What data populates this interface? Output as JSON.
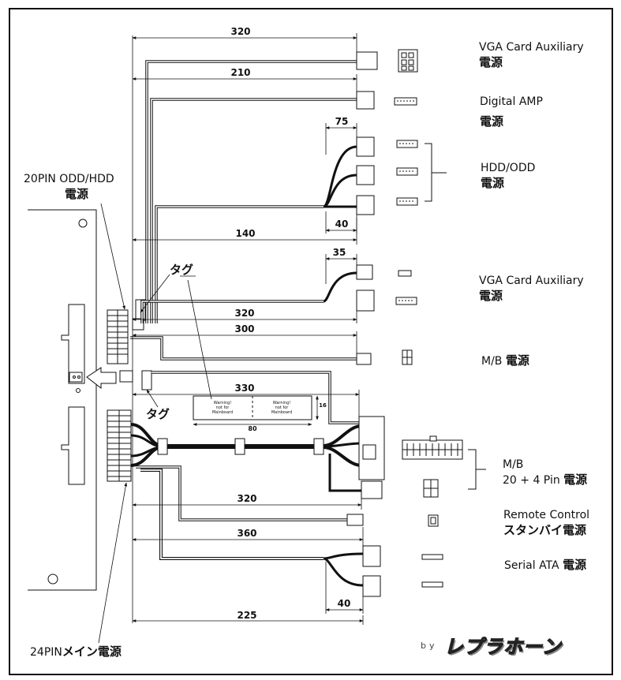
{
  "labels": {
    "vga1_en": "VGA Card Auxiliary",
    "vga1_jp": "電源",
    "amp_en": "Digital AMP",
    "amp_jp": "電源",
    "hdd_en": "HDD/ODD",
    "hdd_jp": "電源",
    "vga2_en": "VGA Card Auxiliary",
    "vga2_jp": "電源",
    "mb4_en": "M/B",
    "mb4_jp": "電源",
    "mb24_en": "M/B",
    "mb24_en2": "20 + 4 Pin",
    "mb24_jp": "電源",
    "remote_en": "Remote Control",
    "remote_jp": "スタンバイ電源",
    "sata_en": "Serial ATA",
    "sata_jp": "電源",
    "pin20_en": "20PIN ODD/HDD",
    "pin20_jp": "電源",
    "pin24_en": "24PIN",
    "pin24_jp": "メイン電源",
    "tag_top": "タグ",
    "tag_bottom": "タグ"
  },
  "dimensions": {
    "d320a": "320",
    "d210": "210",
    "d75": "75",
    "d40a": "40",
    "d140": "140",
    "d35": "35",
    "d320b": "320",
    "d300": "300",
    "d330": "330",
    "d16": "16",
    "d80": "80",
    "d320c": "320",
    "d360": "360",
    "d40b": "40",
    "d225": "225"
  },
  "warning_tag": {
    "left": "Warning!\nnot for\nMainboard",
    "right": "Warning!\nnot for\nMainboard"
  },
  "brand": {
    "by": "by",
    "name": "レプラホーン"
  }
}
